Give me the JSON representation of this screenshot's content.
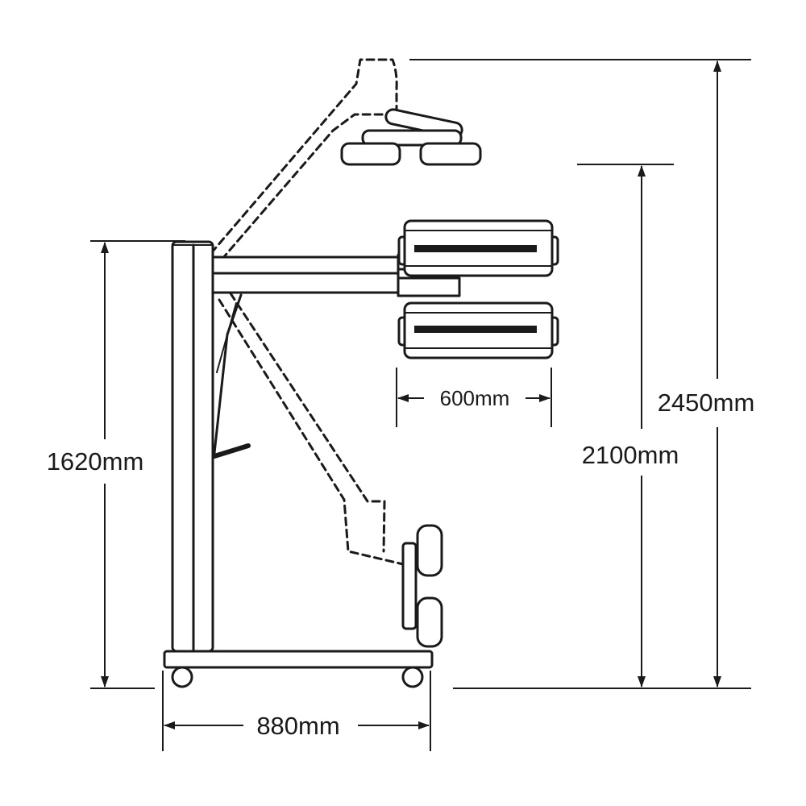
{
  "diagram": {
    "dimensions": {
      "stand_height": "1620mm",
      "base_width": "880mm",
      "lamp_width": "600mm",
      "lamp_height": "2100mm",
      "max_height": "2450mm"
    },
    "colors": {
      "line": "#1a1a1a",
      "fill": "#ffffff",
      "lamp_slot": "#1a1a1a"
    }
  }
}
